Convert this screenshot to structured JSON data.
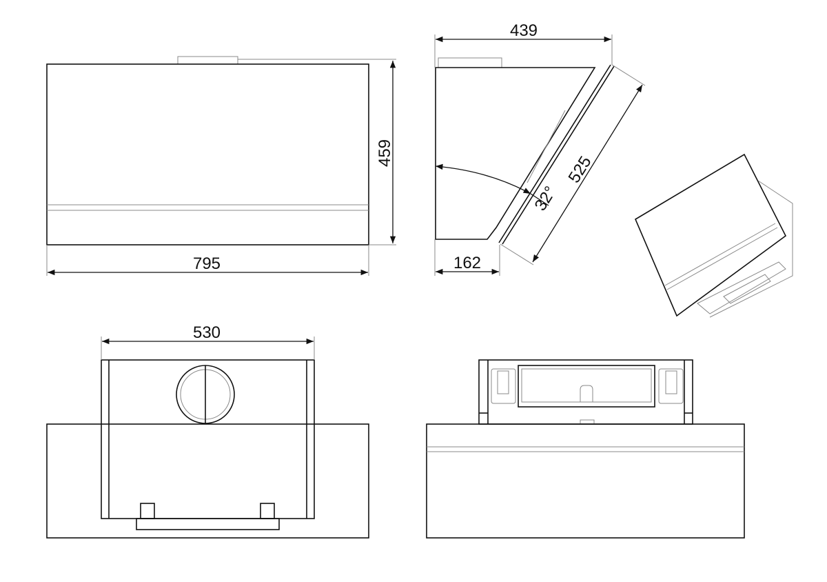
{
  "dimensions": {
    "front_width": "795",
    "front_height": "459",
    "side_depth": "439",
    "glass_length": "525",
    "glass_angle": "32°",
    "bottom_depth": "162",
    "body_width": "530"
  }
}
